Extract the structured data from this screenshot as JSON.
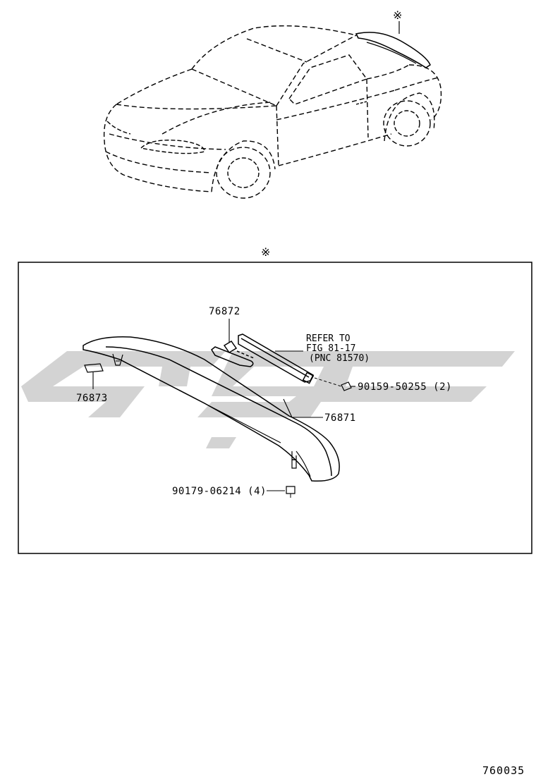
{
  "marks": {
    "car_spoiler_mark": "※",
    "detail_box_mark": "※"
  },
  "parts": {
    "bracket": "76872",
    "pad": "76873",
    "spoiler": "76871",
    "screw": "90159-50255 (2)",
    "nut": "90179-06214 (4)"
  },
  "reference": {
    "line1": "REFER TO",
    "line2": "FIG 81-17",
    "line3": "(PNC 81570)"
  },
  "figure_number": "760035",
  "colors": {
    "line": "#000000",
    "watermark": "#d3d3d3",
    "background": "#ffffff"
  }
}
